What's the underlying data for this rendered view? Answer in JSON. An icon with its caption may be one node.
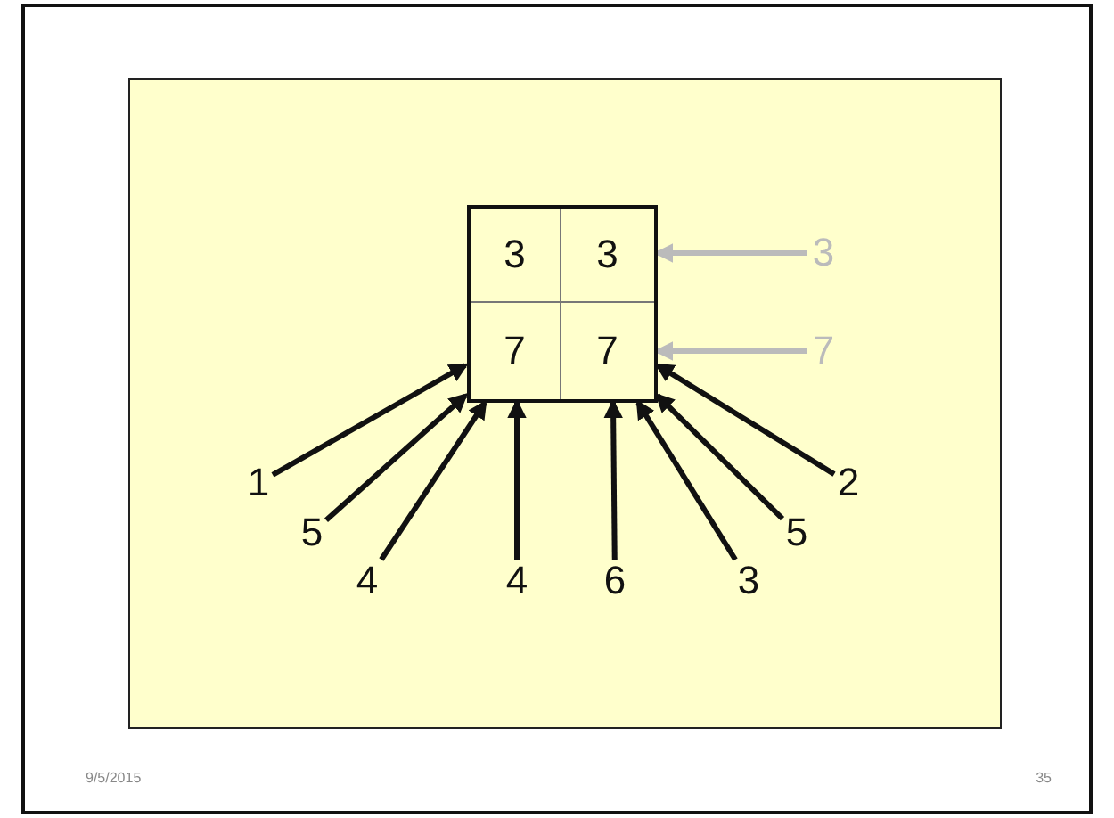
{
  "diagram": {
    "nodes": [
      {
        "text": [],
        "shape": "box"
      },
      {
        "text": [
          "3"
        ],
        "in": 0
      },
      {
        "text": [
          "3"
        ],
        "in": 0
      },
      {
        "text": [
          "7"
        ],
        "in": 0
      },
      {
        "text": [
          "7"
        ],
        "in": 0
      },
      {
        "text": [
          "3"
        ]
      },
      {
        "text": [
          "7"
        ]
      },
      {
        "text": [
          "1"
        ]
      },
      {
        "text": [
          "5"
        ]
      },
      {
        "text": [
          "4"
        ]
      },
      {
        "text": [
          "4"
        ]
      },
      {
        "text": [
          "6"
        ]
      },
      {
        "text": [
          "3"
        ]
      },
      {
        "text": [
          "5"
        ]
      },
      {
        "text": [
          "2"
        ]
      }
    ],
    "edges": [
      {
        "from": 5,
        "to": 2,
        "arrow": "to",
        "color": "#bbbbbb"
      },
      {
        "from": 6,
        "to": 4,
        "arrow": "to",
        "color": "#bbbbbb"
      },
      {
        "from": 7,
        "to": 0,
        "arrow": "to"
      },
      {
        "from": 8,
        "to": 0,
        "arrow": "to"
      },
      {
        "from": 9,
        "to": 0,
        "arrow": "to"
      },
      {
        "from": 10,
        "to": 0,
        "arrow": "to"
      },
      {
        "from": 11,
        "to": 0,
        "arrow": "to"
      },
      {
        "from": 12,
        "to": 0,
        "arrow": "to"
      },
      {
        "from": 13,
        "to": 0,
        "arrow": "to"
      },
      {
        "from": 14,
        "to": 0,
        "arrow": "to"
      }
    ],
    "labels": [
      "9/5/2015",
      "35"
    ]
  }
}
